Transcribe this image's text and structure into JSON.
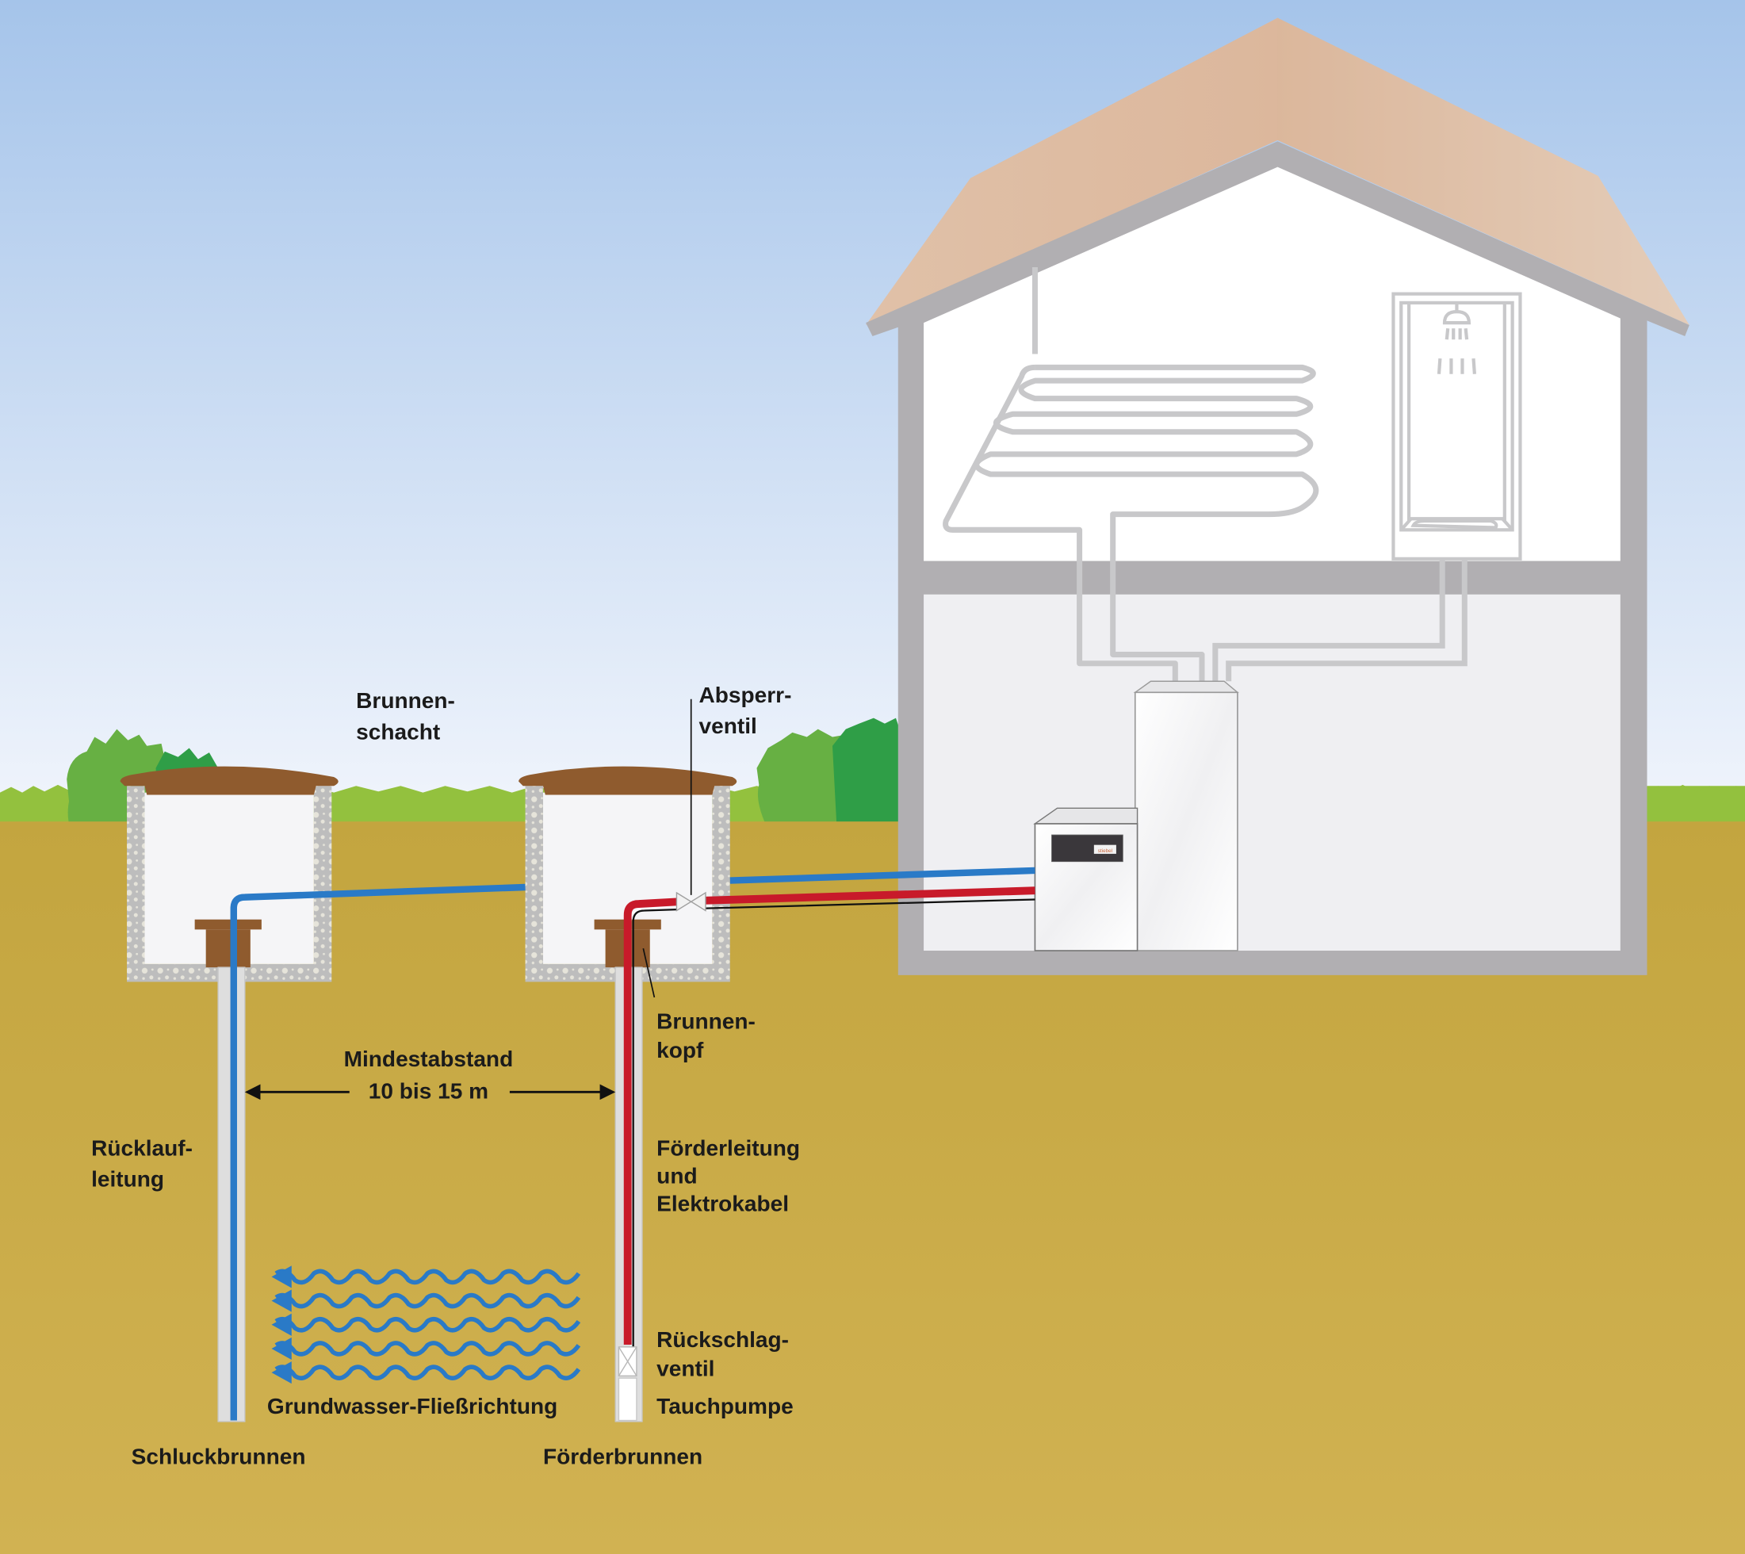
{
  "diagram": {
    "title": "Grundwasser-Wärmepumpe mit Förder- und Schluckbrunnen",
    "colors": {
      "sky_top": "#a5c4ea",
      "sky_bottom": "#eef3fb",
      "grass": "#93c13e",
      "bush_light": "#67b043",
      "bush_dark": "#2f9e47",
      "soil": "#c6a944",
      "shaft_wall": "#bdbdbd",
      "shaft_interior": "#f5f5f7",
      "lid": "#8f5b2e",
      "cold_pipe": "#2a7ac7",
      "hot_pipe": "#c81a2a",
      "house_wall": "#b1afb2",
      "roof": "#e2c3ab",
      "heating_coil": "#c8c8ca"
    },
    "labels": {
      "brunnenschacht": [
        "Brunnen-",
        "schacht"
      ],
      "absperrventil": [
        "Absperr-",
        "ventil"
      ],
      "brunnenkopf": [
        "Brunnen-",
        "kopf"
      ],
      "mindestabstand": [
        "Mindestabstand",
        "10 bis 15 m"
      ],
      "ruecklaufleitung": [
        "Rücklauf-",
        "leitung"
      ],
      "foerderleitung": [
        "Förderleitung",
        "und",
        "Elektrokabel"
      ],
      "rueckschlagventil": [
        "Rückschlag-",
        "ventil"
      ],
      "tauchpumpe": "Tauchpumpe",
      "grundwasser": "Grundwasser-Fließrichtung",
      "schluckbrunnen": "Schluckbrunnen",
      "foerderbrunnen": "Förderbrunnen",
      "brand_badge": "stiebel"
    },
    "icons": {
      "shower": "shower-head-icon",
      "valve": "valve-icon",
      "flow_arrow": "arrow-left-icon"
    }
  }
}
